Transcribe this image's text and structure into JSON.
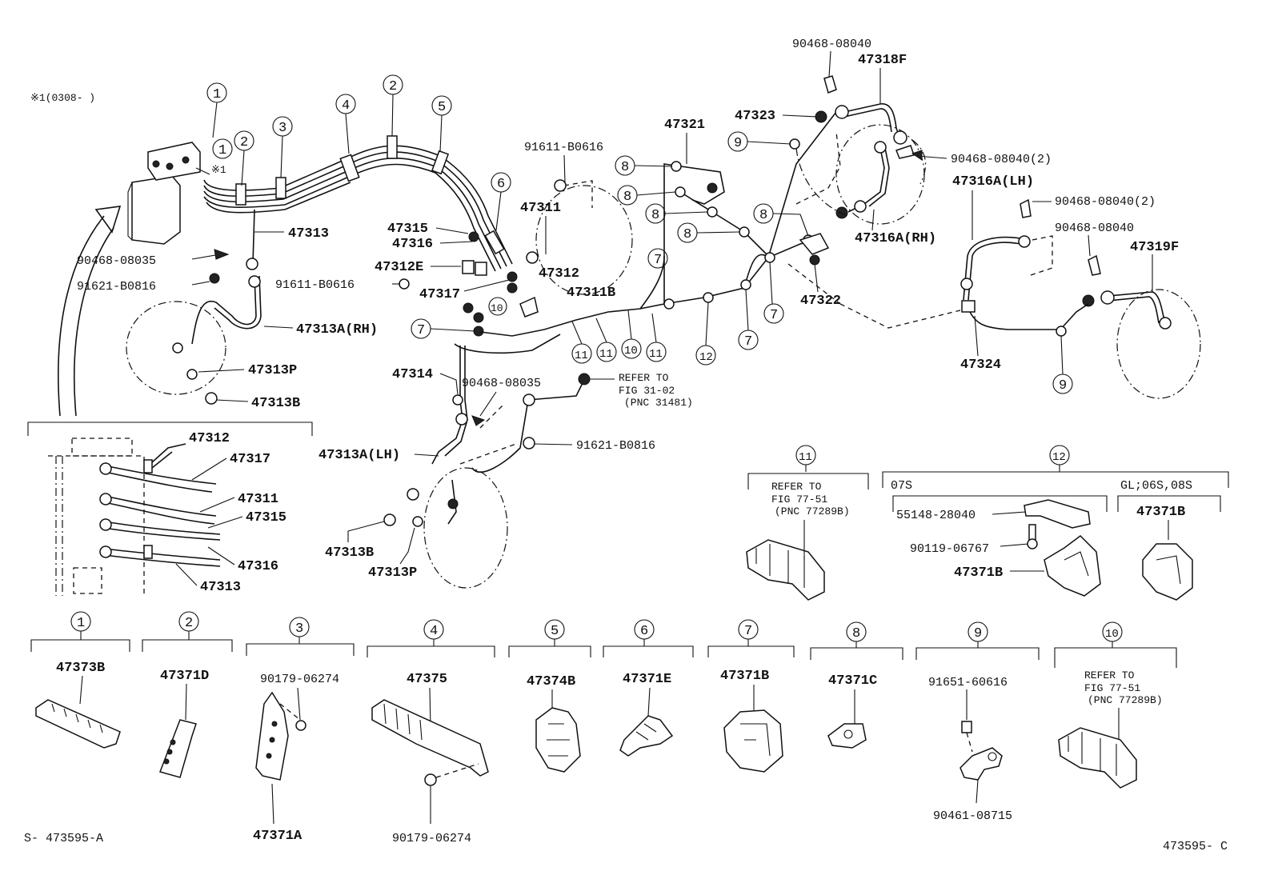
{
  "note_top": "※1(0308-      )",
  "note_mark": "※1",
  "doc_id_left": "S- 473595-A",
  "doc_id_right": "473595- C",
  "callouts": [
    {
      "key": "p47313",
      "text": "47313"
    },
    {
      "key": "p90468_08035a",
      "text": "90468-08035"
    },
    {
      "key": "p91621_B0816a",
      "text": "91621-B0816"
    },
    {
      "key": "p47313A_RH",
      "text": "47313A(RH)"
    },
    {
      "key": "p47313P_a",
      "text": "47313P"
    },
    {
      "key": "p47313B_a",
      "text": "47313B"
    },
    {
      "key": "p91611_B0616a",
      "text": "91611-B0616"
    },
    {
      "key": "p91611_B0616b",
      "text": "91611-B0616"
    },
    {
      "key": "p47311",
      "text": "47311"
    },
    {
      "key": "p47315",
      "text": "47315"
    },
    {
      "key": "p47316",
      "text": "47316"
    },
    {
      "key": "p47312E",
      "text": "47312E"
    },
    {
      "key": "p47312",
      "text": "47312"
    },
    {
      "key": "p47317",
      "text": "47317"
    },
    {
      "key": "p47311B",
      "text": "47311B"
    },
    {
      "key": "p47314",
      "text": "47314"
    },
    {
      "key": "p90468_08035b",
      "text": "90468-08035"
    },
    {
      "key": "p91621_B0816b",
      "text": "91621-B0816"
    },
    {
      "key": "p47313A_LH",
      "text": "47313A(LH)"
    },
    {
      "key": "p47313B_b",
      "text": "47313B"
    },
    {
      "key": "p47313P_b",
      "text": "47313P"
    },
    {
      "key": "p47321",
      "text": "47321"
    },
    {
      "key": "p47323",
      "text": "47323"
    },
    {
      "key": "p47322",
      "text": "47322"
    },
    {
      "key": "p90468_08040a",
      "text": "90468-08040"
    },
    {
      "key": "p47318F",
      "text": "47318F"
    },
    {
      "key": "p90468_08040_2a",
      "text": "90468-08040(2)"
    },
    {
      "key": "p47316A_LH",
      "text": "47316A(LH)"
    },
    {
      "key": "p90468_08040_2b",
      "text": "90468-08040(2)"
    },
    {
      "key": "p47316A_RH",
      "text": "47316A(RH)"
    },
    {
      "key": "p90468_08040b",
      "text": "90468-08040"
    },
    {
      "key": "p47319F",
      "text": "47319F"
    },
    {
      "key": "p47324",
      "text": "47324"
    }
  ],
  "refer1": {
    "l1": "REFER TO",
    "l2": "FIG 31-02",
    "l3": "(PNC 31481)"
  },
  "inset": {
    "labels": [
      "47312",
      "47317",
      "47311",
      "47315",
      "47316",
      "47313"
    ]
  },
  "circled": {
    "c1": "1",
    "c2": "2",
    "c3": "3",
    "c4": "4",
    "c5": "5",
    "c6": "6",
    "c7": "7",
    "c8": "8",
    "c9": "9",
    "c10": "10",
    "c11": "11",
    "c12": "12"
  },
  "group11": {
    "num": "11",
    "l1": "REFER TO",
    "l2": "FIG 77-51",
    "l3": "(PNC 77289B)"
  },
  "group12": {
    "num": "12",
    "left_title": "07S",
    "right_title": "GL;06S,08S",
    "p1": "55148-28040",
    "p2": "90119-06767",
    "p3": "47371B",
    "p4": "47371B"
  },
  "bottom_groups": [
    {
      "num": "1",
      "parts": [
        "47373B"
      ]
    },
    {
      "num": "2",
      "parts": [
        "47371D"
      ]
    },
    {
      "num": "3",
      "parts": [
        "90179-06274",
        "47371A"
      ]
    },
    {
      "num": "4",
      "parts": [
        "47375",
        "90179-06274"
      ]
    },
    {
      "num": "5",
      "parts": [
        "47374B"
      ]
    },
    {
      "num": "6",
      "parts": [
        "47371E"
      ]
    },
    {
      "num": "7",
      "parts": [
        "47371B"
      ]
    },
    {
      "num": "8",
      "parts": [
        "47371C"
      ]
    },
    {
      "num": "9",
      "parts": [
        "91651-60616",
        "90461-08715"
      ]
    },
    {
      "num": "10",
      "parts": [
        "REFER TO",
        "FIG 77-51",
        "(PNC 77289B)"
      ]
    }
  ]
}
